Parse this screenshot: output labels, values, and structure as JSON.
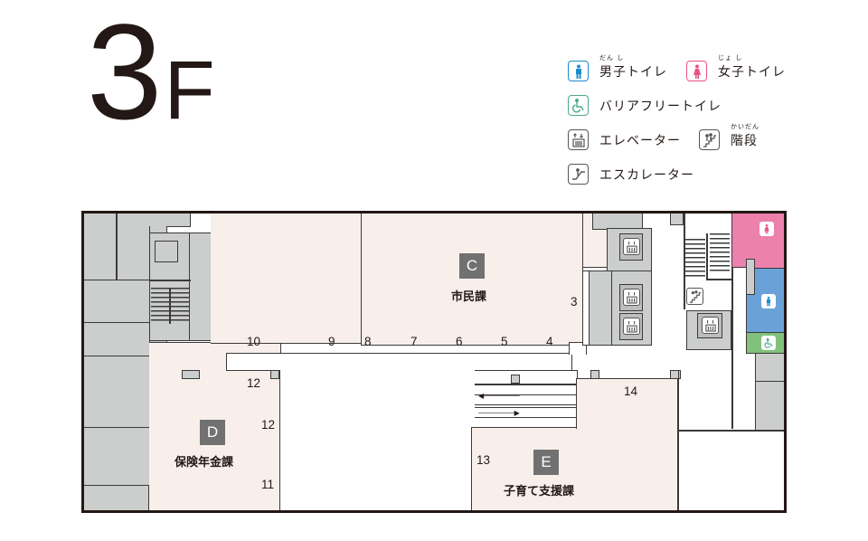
{
  "floor": {
    "number": "3",
    "unit": "F"
  },
  "legend": {
    "items": [
      {
        "icon": "male-toilet-icon",
        "label": "男子トイレ",
        "ruby": "だん し",
        "color": "#1d8ccb"
      },
      {
        "icon": "female-toilet-icon",
        "label": "女子トイレ",
        "ruby": "じょ し",
        "color": "#e8538a"
      },
      {
        "icon": "accessible-toilet-icon",
        "label": "バリアフリートイレ",
        "color": "#4aa98a"
      },
      {
        "icon": "elevator-icon",
        "label": "エレベーター",
        "color": "#555555"
      },
      {
        "icon": "stairs-icon",
        "label": "階段",
        "ruby": "かいだん",
        "color": "#555555"
      },
      {
        "icon": "escalator-icon",
        "label": "エスカレーター",
        "color": "#555555"
      }
    ]
  },
  "departments": [
    {
      "badge": "C",
      "name": "市民課"
    },
    {
      "badge": "D",
      "name": "保険年金課"
    },
    {
      "badge": "E",
      "name": "子育て支援課"
    }
  ],
  "counters": [
    "3",
    "4",
    "5",
    "6",
    "7",
    "8",
    "9",
    "10",
    "12",
    "12",
    "11",
    "13",
    "14"
  ],
  "colors": {
    "office": "#f8efeb",
    "service": "#cccdcd",
    "female": "#ec81ad",
    "male": "#6aa2d8",
    "accessible": "#82c17b",
    "badge": "#727171",
    "wall": "#231815"
  }
}
